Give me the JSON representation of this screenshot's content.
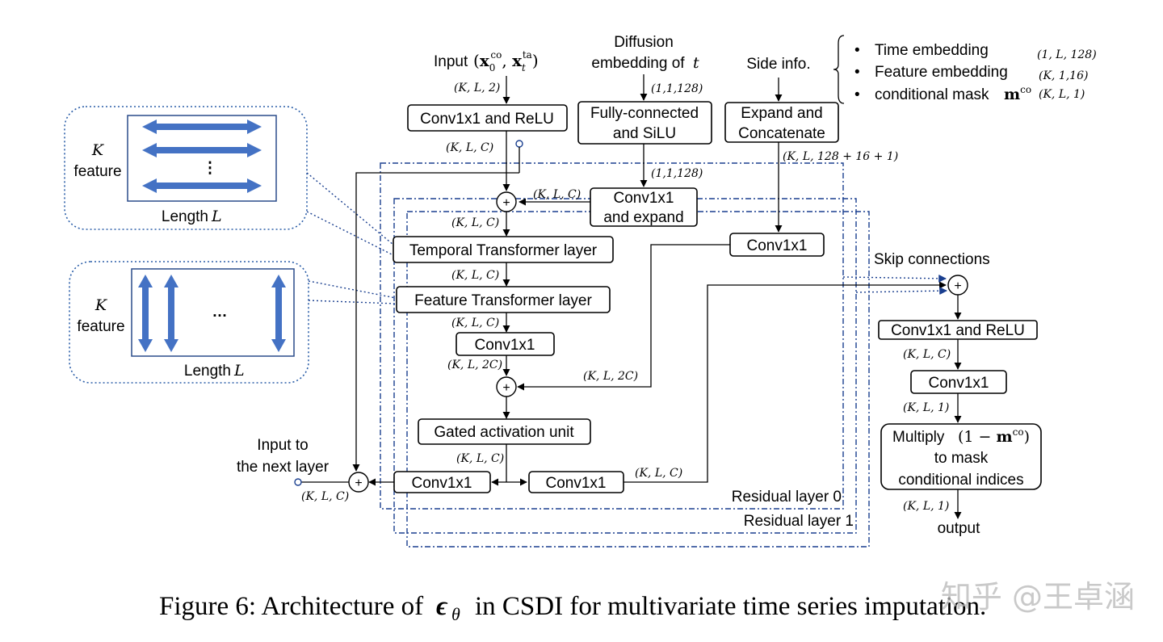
{
  "inputs": {
    "input_label": "Input",
    "diffusion_line1": "Diffusion",
    "diffusion_line2": "embedding of",
    "diffusion_var": "t",
    "side_info": "Side info."
  },
  "side_info_list": [
    {
      "label": "Time embedding",
      "shape": "(1, L, 128)"
    },
    {
      "label": "Feature embedding",
      "shape": "(K, 1,16)"
    },
    {
      "label": "conditional mask",
      "shape": "(K, L, 1)"
    }
  ],
  "blocks": {
    "conv_relu_top": "Conv1x1 and ReLU",
    "fc_line1": "Fully-connected",
    "fc_line2": "and SiLU",
    "expand_line1": "Expand and",
    "expand_line2": "Concatenate",
    "conv_expand_line1": "Conv1x1",
    "conv_expand_line2": "and expand",
    "conv_side": "Conv1x1",
    "temporal": "Temporal Transformer layer",
    "feature": "Feature Transformer layer",
    "conv_mid": "Conv1x1",
    "gated": "Gated activation unit",
    "conv_left": "Conv1x1",
    "conv_right": "Conv1x1",
    "out_conv_relu": "Conv1x1 and ReLU",
    "out_conv": "Conv1x1",
    "multiply_line1": "Multiply",
    "multiply_line2": "to mask",
    "multiply_line3": "conditional indices",
    "output": "output"
  },
  "shapes": {
    "klc": "(K, L, C)",
    "kl2": "(K, L, 2)",
    "kl2c": "(K, L, 2C)",
    "kl1": "(K, L, 1)",
    "d11128": "(1,1,128)",
    "side_cat": "(K, L, 128 + 16 + 1)"
  },
  "labels": {
    "skip": "Skip connections",
    "next_layer_1": "Input to",
    "next_layer_2": "the next layer",
    "residual0": "Residual layer 0",
    "residual1": "Residual layer 1",
    "k_letter": "K",
    "feature": "feature",
    "length": "Length"
  },
  "caption": {
    "prefix": "Figure 6: Architecture of",
    "symbol": "ϵ",
    "subscript": "θ",
    "suffix": "in CSDI for multivariate time series imputation."
  },
  "watermark": "知乎 @王卓涵",
  "colors": {
    "arrow_blue": "#4472c4",
    "panel_border": "#2a4c8a",
    "dash_blue": "#1a3f8f"
  }
}
